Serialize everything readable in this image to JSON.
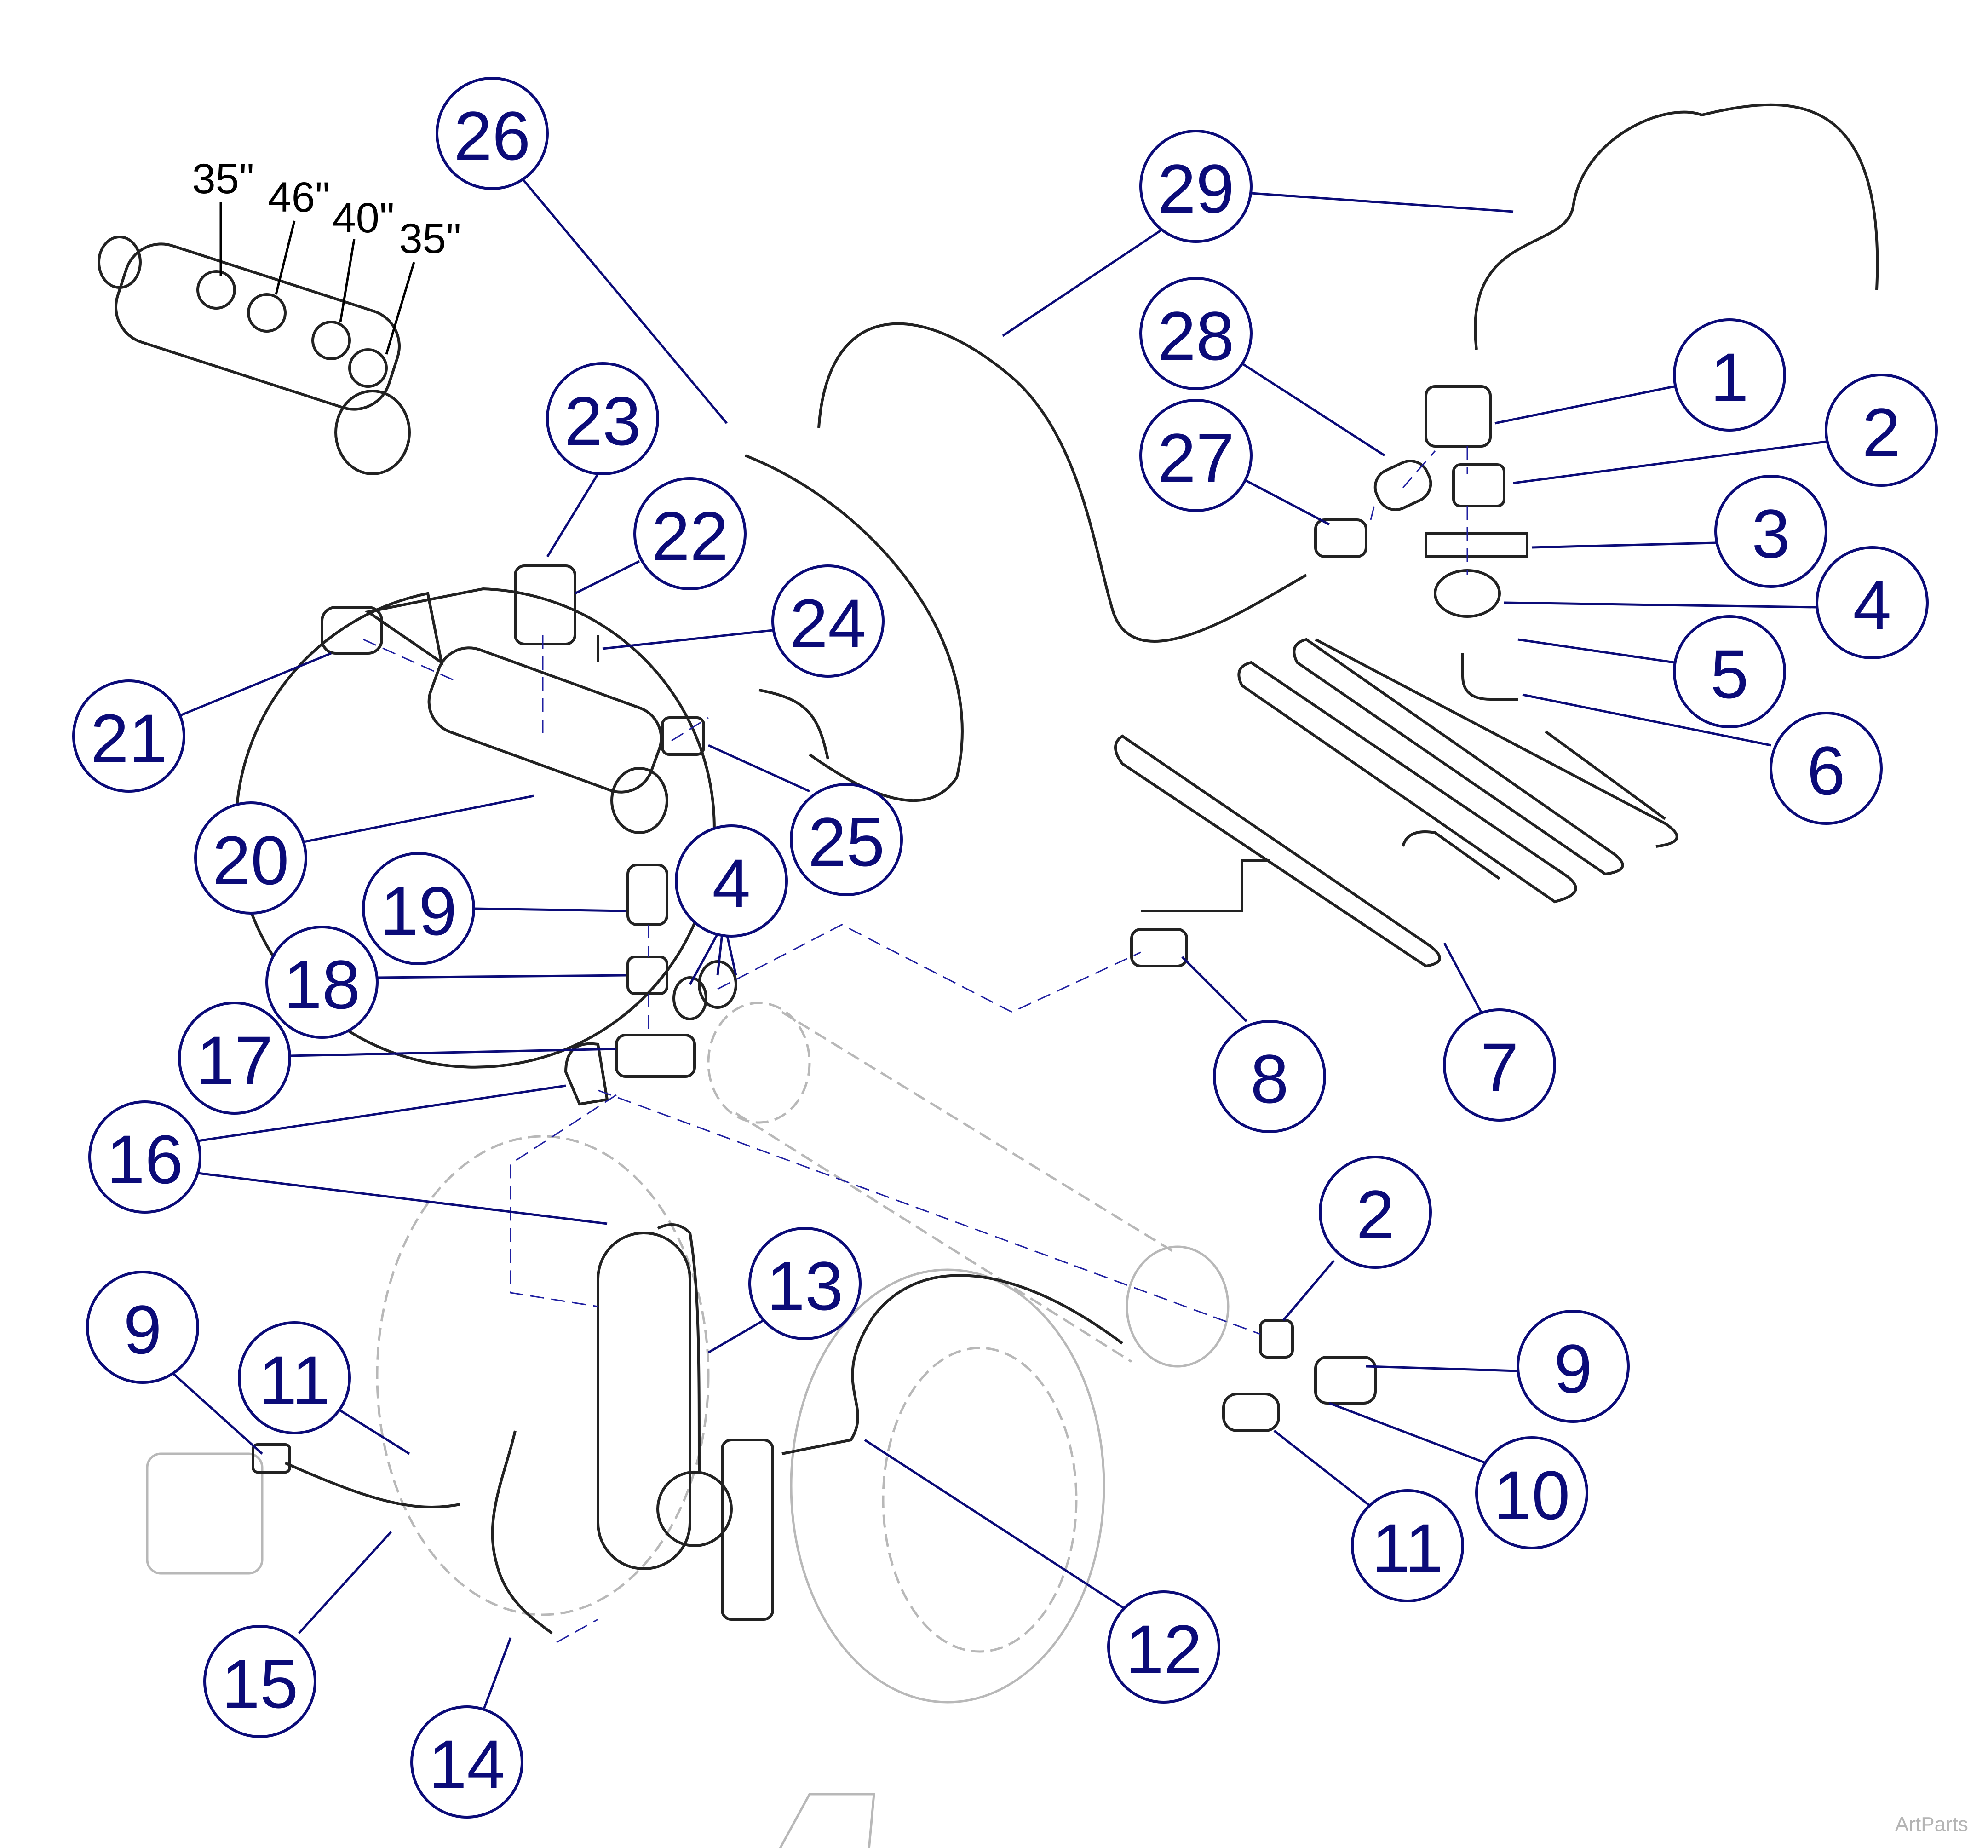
{
  "colors": {
    "callout_line": "#0b0b78",
    "callout_text": "#0b0b78",
    "part_line": "#222222",
    "ghost_line": "#b8b8b8",
    "watermark": "#b4b4b4"
  },
  "inset": {
    "lengths": [
      "35\"",
      "46\"",
      "40\"",
      "35\""
    ]
  },
  "callouts": [
    "26",
    "29",
    "28",
    "1",
    "2",
    "23",
    "27",
    "22",
    "3",
    "4",
    "24",
    "5",
    "21",
    "6",
    "25",
    "20",
    "19",
    "4",
    "18",
    "8",
    "7",
    "17",
    "16",
    "2",
    "13",
    "9",
    "9",
    "11",
    "10",
    "11",
    "15",
    "12",
    "14"
  ],
  "watermark": "ArtParts"
}
